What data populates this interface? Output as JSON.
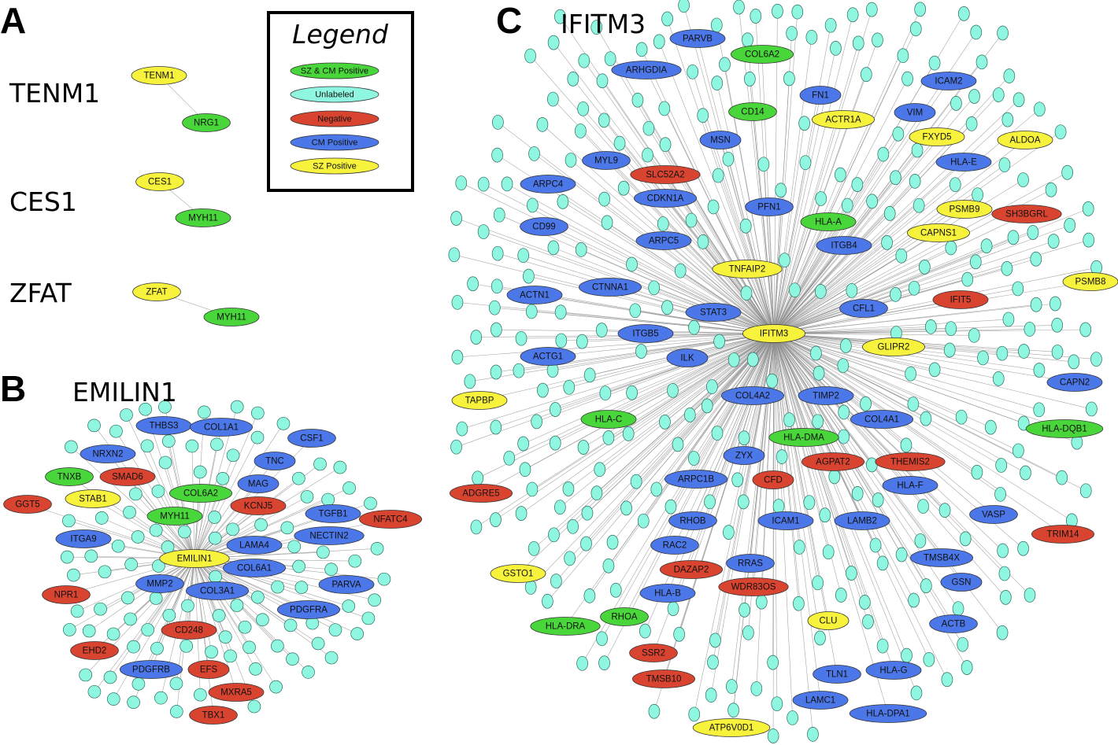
{
  "colors": {
    "sz_cm_positive": "#49d63a",
    "unlabeled": "#8ff7e0",
    "negative": "#d94430",
    "cm_positive": "#4b77e8",
    "sz_positive": "#f7f23c",
    "stroke": "#333333",
    "edge": "#8a8a8a"
  },
  "legend": {
    "title": "Legend",
    "entries": [
      {
        "label": "SZ & CM Positive",
        "category": "sz_cm_positive"
      },
      {
        "label": "Unlabeled",
        "category": "unlabeled"
      },
      {
        "label": "Negative",
        "category": "negative"
      },
      {
        "label": "CM Positive",
        "category": "cm_positive"
      },
      {
        "label": "SZ Positive",
        "category": "sz_positive"
      }
    ]
  },
  "panel_a": {
    "letter": "A",
    "networks": [
      {
        "title": "TENM1",
        "hub": {
          "label": "TENM1",
          "category": "sz_positive"
        },
        "nodes": [
          {
            "label": "NRG1",
            "category": "sz_cm_positive"
          }
        ]
      },
      {
        "title": "CES1",
        "hub": {
          "label": "CES1",
          "category": "sz_positive"
        },
        "nodes": [
          {
            "label": "MYH11",
            "category": "sz_cm_positive"
          }
        ]
      },
      {
        "title": "ZFAT",
        "hub": {
          "label": "ZFAT",
          "category": "sz_positive"
        },
        "nodes": [
          {
            "label": "MYH11",
            "category": "sz_cm_positive"
          }
        ]
      }
    ]
  },
  "panel_b": {
    "letter": "B",
    "title": "EMILIN1",
    "hub": {
      "label": "EMILIN1",
      "category": "sz_positive"
    },
    "nodes": [
      {
        "label": "THBS3",
        "category": "cm_positive"
      },
      {
        "label": "COL1A1",
        "category": "cm_positive"
      },
      {
        "label": "CSF1",
        "category": "cm_positive"
      },
      {
        "label": "NRXN2",
        "category": "cm_positive"
      },
      {
        "label": "TNC",
        "category": "cm_positive"
      },
      {
        "label": "TNXB",
        "category": "sz_cm_positive"
      },
      {
        "label": "SMAD6",
        "category": "negative"
      },
      {
        "label": "MAG",
        "category": "cm_positive"
      },
      {
        "label": "COL6A2",
        "category": "sz_cm_positive"
      },
      {
        "label": "STAB1",
        "category": "sz_positive"
      },
      {
        "label": "KCNJ5",
        "category": "negative"
      },
      {
        "label": "GGT5",
        "category": "negative"
      },
      {
        "label": "TGFB1",
        "category": "cm_positive"
      },
      {
        "label": "NFATC4",
        "category": "negative"
      },
      {
        "label": "MYH11",
        "category": "sz_cm_positive"
      },
      {
        "label": "ITGA9",
        "category": "cm_positive"
      },
      {
        "label": "NECTIN2",
        "category": "cm_positive"
      },
      {
        "label": "LAMA4",
        "category": "cm_positive"
      },
      {
        "label": "COL6A1",
        "category": "cm_positive"
      },
      {
        "label": "PARVA",
        "category": "cm_positive"
      },
      {
        "label": "MMP2",
        "category": "cm_positive"
      },
      {
        "label": "COL3A1",
        "category": "cm_positive"
      },
      {
        "label": "NPR1",
        "category": "negative"
      },
      {
        "label": "PDGFRA",
        "category": "cm_positive"
      },
      {
        "label": "CD248",
        "category": "negative"
      },
      {
        "label": "EHD2",
        "category": "negative"
      },
      {
        "label": "PDGFRB",
        "category": "cm_positive"
      },
      {
        "label": "EFS",
        "category": "negative"
      },
      {
        "label": "MXRA5",
        "category": "negative"
      },
      {
        "label": "TBX1",
        "category": "negative"
      }
    ]
  },
  "panel_c": {
    "letter": "C",
    "title": "IFITM3",
    "hub": {
      "label": "IFITM3",
      "category": "sz_positive"
    },
    "nodes": [
      {
        "label": "PARVB",
        "category": "cm_positive"
      },
      {
        "label": "COL6A2",
        "category": "sz_cm_positive"
      },
      {
        "label": "ARHGDIA",
        "category": "cm_positive"
      },
      {
        "label": "ICAM2",
        "category": "cm_positive"
      },
      {
        "label": "FN1",
        "category": "cm_positive"
      },
      {
        "label": "CD14",
        "category": "sz_cm_positive"
      },
      {
        "label": "ACTR1A",
        "category": "sz_positive"
      },
      {
        "label": "VIM",
        "category": "cm_positive"
      },
      {
        "label": "FXYD5",
        "category": "sz_positive"
      },
      {
        "label": "ALDOA",
        "category": "sz_positive"
      },
      {
        "label": "MSN",
        "category": "cm_positive"
      },
      {
        "label": "MYL9",
        "category": "cm_positive"
      },
      {
        "label": "HLA-E",
        "category": "cm_positive"
      },
      {
        "label": "SLC52A2",
        "category": "negative"
      },
      {
        "label": "ARPC4",
        "category": "cm_positive"
      },
      {
        "label": "CDKN1A",
        "category": "cm_positive"
      },
      {
        "label": "PFN1",
        "category": "cm_positive"
      },
      {
        "label": "PSMB9",
        "category": "sz_positive"
      },
      {
        "label": "SH3BGRL",
        "category": "negative"
      },
      {
        "label": "HLA-A",
        "category": "sz_cm_positive"
      },
      {
        "label": "CD99",
        "category": "cm_positive"
      },
      {
        "label": "CAPNS1",
        "category": "sz_positive"
      },
      {
        "label": "ARPC5",
        "category": "cm_positive"
      },
      {
        "label": "ITGB4",
        "category": "cm_positive"
      },
      {
        "label": "TNFAIP2",
        "category": "sz_positive"
      },
      {
        "label": "PSMB8",
        "category": "sz_positive"
      },
      {
        "label": "CTNNA1",
        "category": "cm_positive"
      },
      {
        "label": "ACTN1",
        "category": "cm_positive"
      },
      {
        "label": "IFIT5",
        "category": "negative"
      },
      {
        "label": "CFL1",
        "category": "cm_positive"
      },
      {
        "label": "STAT3",
        "category": "cm_positive"
      },
      {
        "label": "ITGB5",
        "category": "cm_positive"
      },
      {
        "label": "GLIPR2",
        "category": "sz_positive"
      },
      {
        "label": "ACTG1",
        "category": "cm_positive"
      },
      {
        "label": "ILK",
        "category": "cm_positive"
      },
      {
        "label": "CAPN2",
        "category": "cm_positive"
      },
      {
        "label": "COL4A2",
        "category": "cm_positive"
      },
      {
        "label": "TIMP2",
        "category": "cm_positive"
      },
      {
        "label": "TAPBP",
        "category": "sz_positive"
      },
      {
        "label": "HLA-C",
        "category": "sz_cm_positive"
      },
      {
        "label": "COL4A1",
        "category": "cm_positive"
      },
      {
        "label": "HLA-DQB1",
        "category": "sz_cm_positive"
      },
      {
        "label": "HLA-DMA",
        "category": "sz_cm_positive"
      },
      {
        "label": "ZYX",
        "category": "cm_positive"
      },
      {
        "label": "AGPAT2",
        "category": "negative"
      },
      {
        "label": "THEMIS2",
        "category": "negative"
      },
      {
        "label": "ARPC1B",
        "category": "cm_positive"
      },
      {
        "label": "CFD",
        "category": "negative"
      },
      {
        "label": "HLA-F",
        "category": "cm_positive"
      },
      {
        "label": "ADGRE5",
        "category": "negative"
      },
      {
        "label": "VASP",
        "category": "cm_positive"
      },
      {
        "label": "RHOB",
        "category": "cm_positive"
      },
      {
        "label": "ICAM1",
        "category": "cm_positive"
      },
      {
        "label": "LAMB2",
        "category": "cm_positive"
      },
      {
        "label": "TRIM14",
        "category": "negative"
      },
      {
        "label": "RAC2",
        "category": "cm_positive"
      },
      {
        "label": "RRAS",
        "category": "cm_positive"
      },
      {
        "label": "DAZAP2",
        "category": "negative"
      },
      {
        "label": "TMSB4X",
        "category": "cm_positive"
      },
      {
        "label": "GSTO1",
        "category": "sz_positive"
      },
      {
        "label": "GSN",
        "category": "cm_positive"
      },
      {
        "label": "HLA-B",
        "category": "cm_positive"
      },
      {
        "label": "WDR83OS",
        "category": "negative"
      },
      {
        "label": "RHOA",
        "category": "sz_cm_positive"
      },
      {
        "label": "HLA-DRA",
        "category": "sz_cm_positive"
      },
      {
        "label": "CLU",
        "category": "sz_positive"
      },
      {
        "label": "ACTB",
        "category": "cm_positive"
      },
      {
        "label": "SSR2",
        "category": "negative"
      },
      {
        "label": "TLN1",
        "category": "cm_positive"
      },
      {
        "label": "HLA-G",
        "category": "cm_positive"
      },
      {
        "label": "TMSB10",
        "category": "negative"
      },
      {
        "label": "LAMC1",
        "category": "cm_positive"
      },
      {
        "label": "HLA-DPA1",
        "category": "cm_positive"
      },
      {
        "label": "ATP6V0D1",
        "category": "sz_positive"
      }
    ]
  }
}
